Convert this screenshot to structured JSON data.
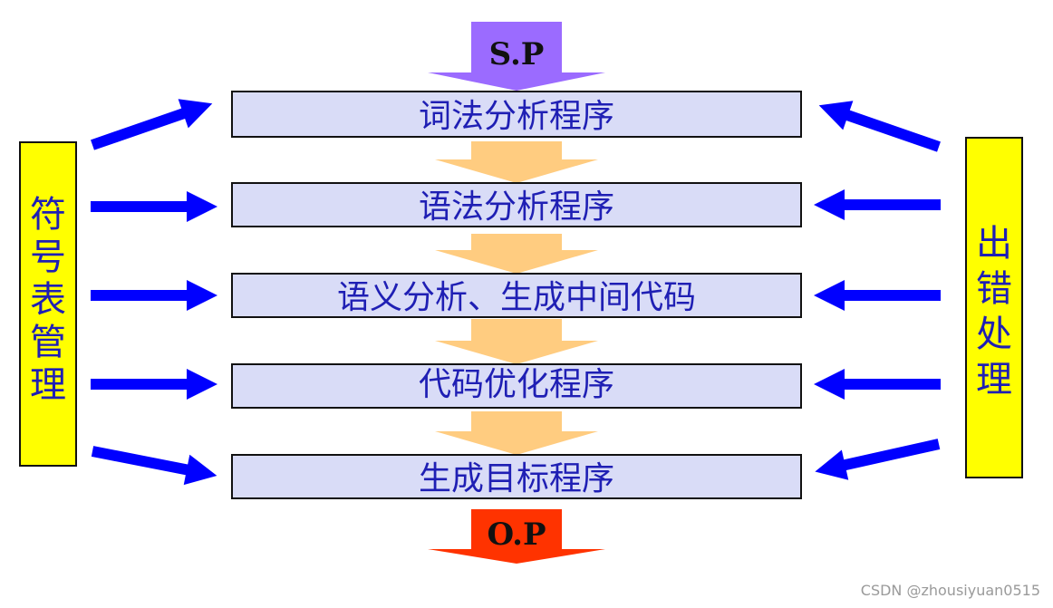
{
  "colors": {
    "stage_fill": "#d9dcf7",
    "stage_text": "#1f1fb4",
    "side_fill": "#ffff00",
    "blue_arrow": "#0000ff",
    "flow_arrow": "#ffcc80",
    "input_arrow": "#9b6bff",
    "output_arrow": "#ff3300"
  },
  "input": {
    "label": "S.P"
  },
  "output": {
    "label": "O.P"
  },
  "stages": [
    {
      "label": "词法分析程序"
    },
    {
      "label": "语法分析程序"
    },
    {
      "label": "语义分析、生成中间代码"
    },
    {
      "label": "代码优化程序"
    },
    {
      "label": "生成目标程序"
    }
  ],
  "left_panel": {
    "chars": [
      "符",
      "号",
      "表",
      "管",
      "理"
    ]
  },
  "right_panel": {
    "chars": [
      "出",
      "错",
      "处",
      "理"
    ]
  },
  "watermark": "CSDN @zhousiyuan0515"
}
